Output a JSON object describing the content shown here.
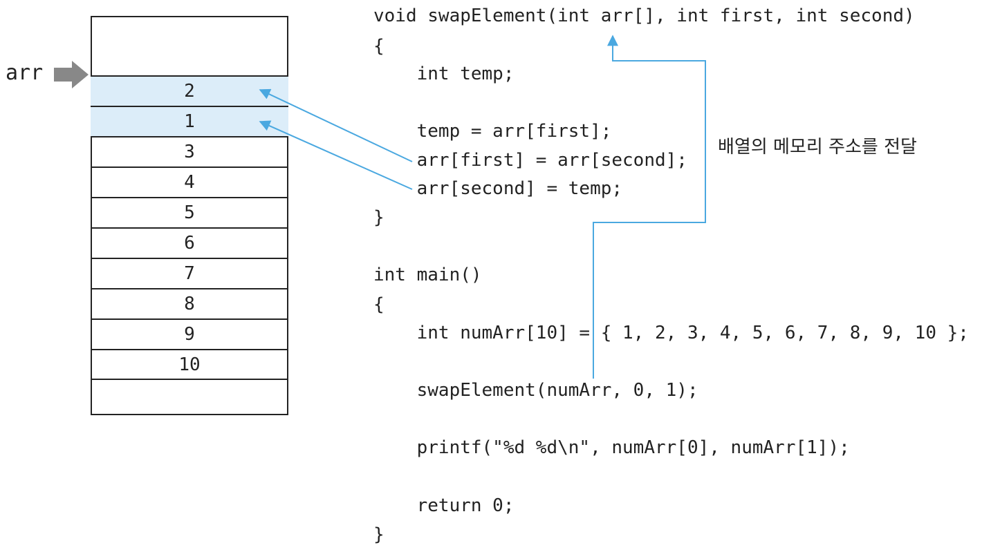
{
  "pointer": {
    "label": "arr"
  },
  "memory": {
    "cells": [
      "2",
      "1",
      "3",
      "4",
      "5",
      "6",
      "7",
      "8",
      "9",
      "10"
    ],
    "highlight_count": 2,
    "highlight_color": "#dcedf9"
  },
  "code": {
    "lines": [
      "void swapElement(int arr[], int first, int second)",
      "{",
      "    int temp;",
      "    temp = arr[first];",
      "    arr[first] = arr[second];",
      "    arr[second] = temp;",
      "}",
      "int main()",
      "{",
      "    int numArr[10] = { 1, 2, 3, 4, 5, 6, 7, 8, 9, 10 };",
      "    swapElement(numArr, 0, 1);",
      "    printf(\"%d %d\\n\", numArr[0], numArr[1]);",
      "    return 0;",
      "}"
    ]
  },
  "annotation": {
    "text": "배열의 메모리 주소를 전달"
  },
  "colors": {
    "arrow": "#4aa8e0",
    "pointer_arrow": "#888888",
    "ink": "#222222"
  }
}
